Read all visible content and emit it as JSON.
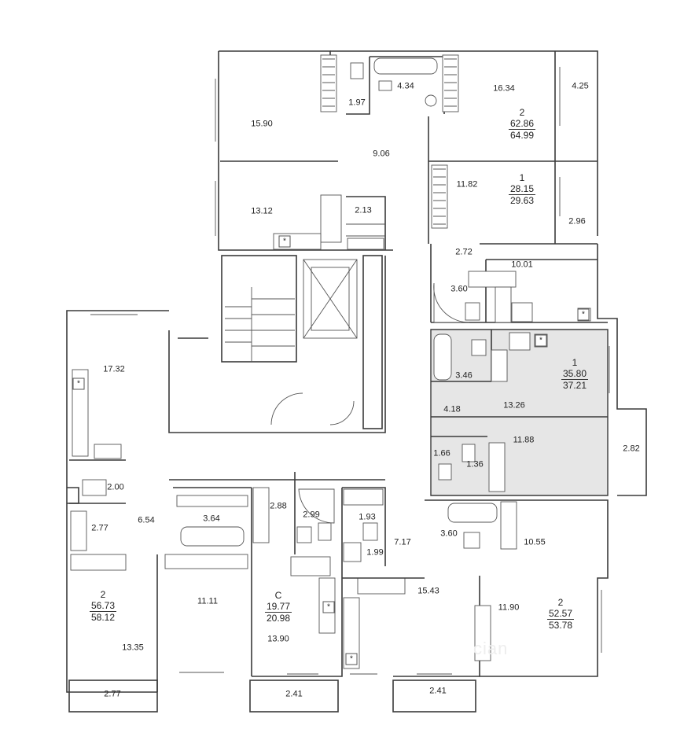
{
  "watermark": "cian",
  "stove_symbol": "*",
  "rooms": {
    "r_15_90": "15.90",
    "r_1_97": "1.97",
    "r_4_34": "4.34",
    "r_16_34": "16.34",
    "r_4_25": "4.25",
    "r_9_06": "9.06",
    "r_13_12": "13.12",
    "r_2_13": "2.13",
    "r_11_82": "11.82",
    "r_2_96": "2.96",
    "r_2_72": "2.72",
    "r_10_01": "10.01",
    "r_3_60a": "3.60",
    "r_17_32": "17.32",
    "r_3_46": "3.46",
    "r_4_18": "4.18",
    "r_13_26": "13.26",
    "r_11_88": "11.88",
    "r_1_66": "1.66",
    "r_1_36": "1.36",
    "r_2_82": "2.82",
    "r_2_00": "2.00",
    "r_6_54": "6.54",
    "r_2_77a": "2.77",
    "r_3_64": "3.64",
    "r_2_88": "2.88",
    "r_2_99": "2.99",
    "r_1_93": "1.93",
    "r_1_99": "1.99",
    "r_7_17": "7.17",
    "r_3_60b": "3.60",
    "r_10_55": "10.55",
    "r_15_43": "15.43",
    "r_11_11": "11.11",
    "r_13_35": "13.35",
    "r_13_90": "13.90",
    "r_11_90": "11.90",
    "r_2_77b": "2.77",
    "r_2_41a": "2.41",
    "r_2_41b": "2.41"
  },
  "apartments": [
    {
      "rooms": "2",
      "living": "62.86",
      "total": "64.99"
    },
    {
      "rooms": "1",
      "living": "28.15",
      "total": "29.63"
    },
    {
      "rooms": "1",
      "living": "35.80",
      "total": "37.21"
    },
    {
      "rooms": "2",
      "living": "56.73",
      "total": "58.12"
    },
    {
      "rooms": "С",
      "living": "19.77",
      "total": "20.98"
    },
    {
      "rooms": "2",
      "living": "52.57",
      "total": "53.78"
    }
  ]
}
